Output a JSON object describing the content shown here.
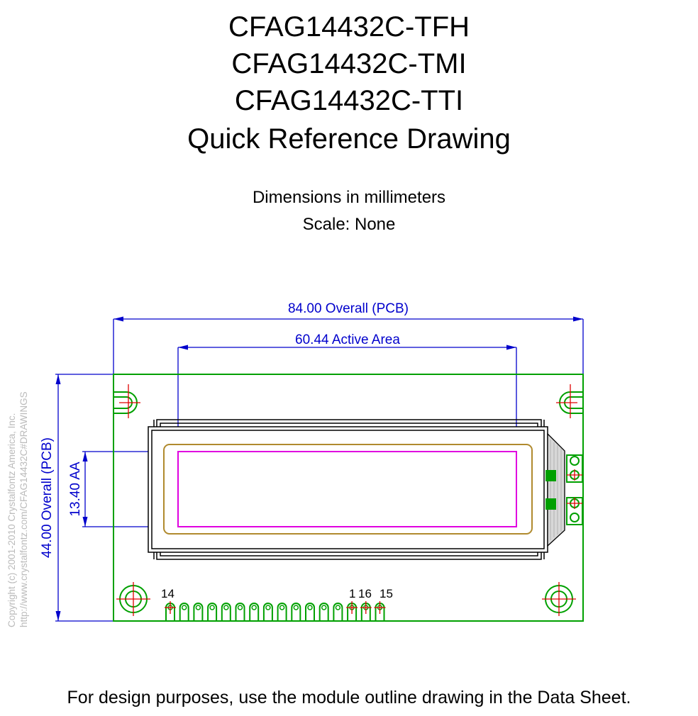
{
  "title_lines": [
    "CFAG14432C-TFH",
    "CFAG14432C-TMI",
    "CFAG14432C-TTI",
    "Quick Reference Drawing"
  ],
  "subtitle_lines": [
    "Dimensions in millimeters",
    "Scale: None"
  ],
  "dimensions": {
    "overall_width": "84.00 Overall (PCB)",
    "active_area_width": "60.44 Active Area",
    "overall_height": "44.00 Overall (PCB)",
    "active_area_height": "13.40 AA"
  },
  "pins": {
    "left": "14",
    "pin1": "1",
    "pin16": "16",
    "pin15": "15"
  },
  "copyright_lines": [
    "Copyright (c) 2001-2010 Crystalfontz America, Inc.",
    "http://www.crystalfontz.com/CFAG14432C#DRAWINGS"
  ],
  "footer": "For design purposes, use the module outline drawing in the Data Sheet.",
  "colors": {
    "pcb": "#00a000",
    "dimension": "#0000cc",
    "bezel": "#b08a2e",
    "active_area": "#e000e0",
    "centerline": "#e00000",
    "outline": "#000000"
  }
}
